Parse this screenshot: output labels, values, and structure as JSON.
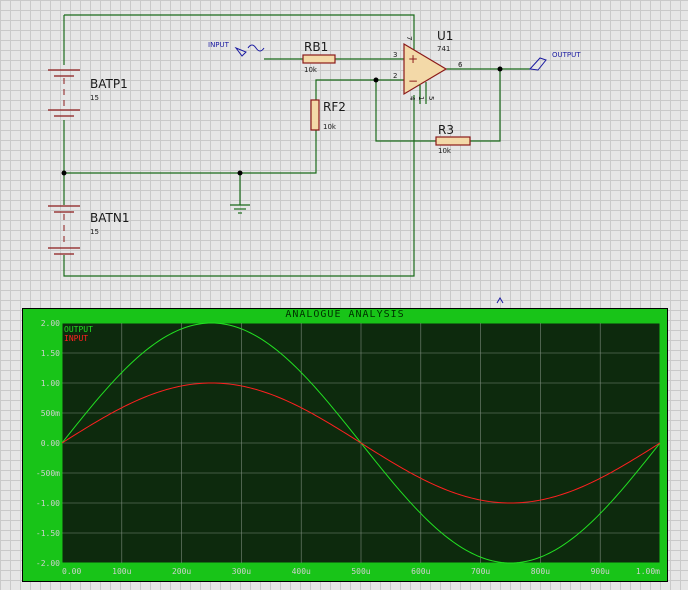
{
  "schematic": {
    "battery_pos": {
      "name": "BATP1",
      "value": "15"
    },
    "battery_neg": {
      "name": "BATN1",
      "value": "15"
    },
    "input_terminal": "INPUT",
    "output_terminal": "OUTPUT",
    "rb1": {
      "name": "RB1",
      "value": "10k"
    },
    "rf2": {
      "name": "RF2",
      "value": "10k"
    },
    "r3": {
      "name": "R3",
      "value": "10k"
    },
    "opamp": {
      "name": "U1",
      "model": "741",
      "pin_noninv": "3",
      "pin_inv": "2",
      "pin_out": "6",
      "pin_top": "7",
      "pin_bottom_a": "4",
      "pin_bottom_b": "1",
      "pin_bottom_c": "5",
      "plus_sign": "+",
      "minus_sign": "−"
    }
  },
  "graph": {
    "title": "ANALOGUE ANALYSIS",
    "colors": {
      "background": "#0d2a0d",
      "grid": "#7a8a7a",
      "frame": "#18c418",
      "axis_text": "#d0d0d0",
      "output": "#22e022",
      "input": "#ff2020"
    },
    "chart_data": {
      "type": "line",
      "title": "ANALOGUE ANALYSIS",
      "xlabel": "",
      "ylabel": "",
      "xlim": [
        0,
        0.001
      ],
      "ylim": [
        -2.0,
        2.0
      ],
      "grid": true,
      "legend": "top-left",
      "x_tick_labels": [
        "0.00",
        "100u",
        "200u",
        "300u",
        "400u",
        "500u",
        "600u",
        "700u",
        "800u",
        "900u",
        "1.00m"
      ],
      "y_tick_labels": [
        "2.00",
        "1.50",
        "1.00",
        "500m",
        "0.00",
        "-500m",
        "-1.00",
        "-1.50",
        "-2.00"
      ],
      "series": [
        {
          "name": "OUTPUT",
          "function": "sine",
          "amplitude": 2.0,
          "frequency_hz": 1000,
          "phase_deg": 0,
          "color": "#22e022"
        },
        {
          "name": "INPUT",
          "function": "sine",
          "amplitude": 1.0,
          "frequency_hz": 1000,
          "phase_deg": 0,
          "color": "#ff2020"
        }
      ]
    }
  }
}
